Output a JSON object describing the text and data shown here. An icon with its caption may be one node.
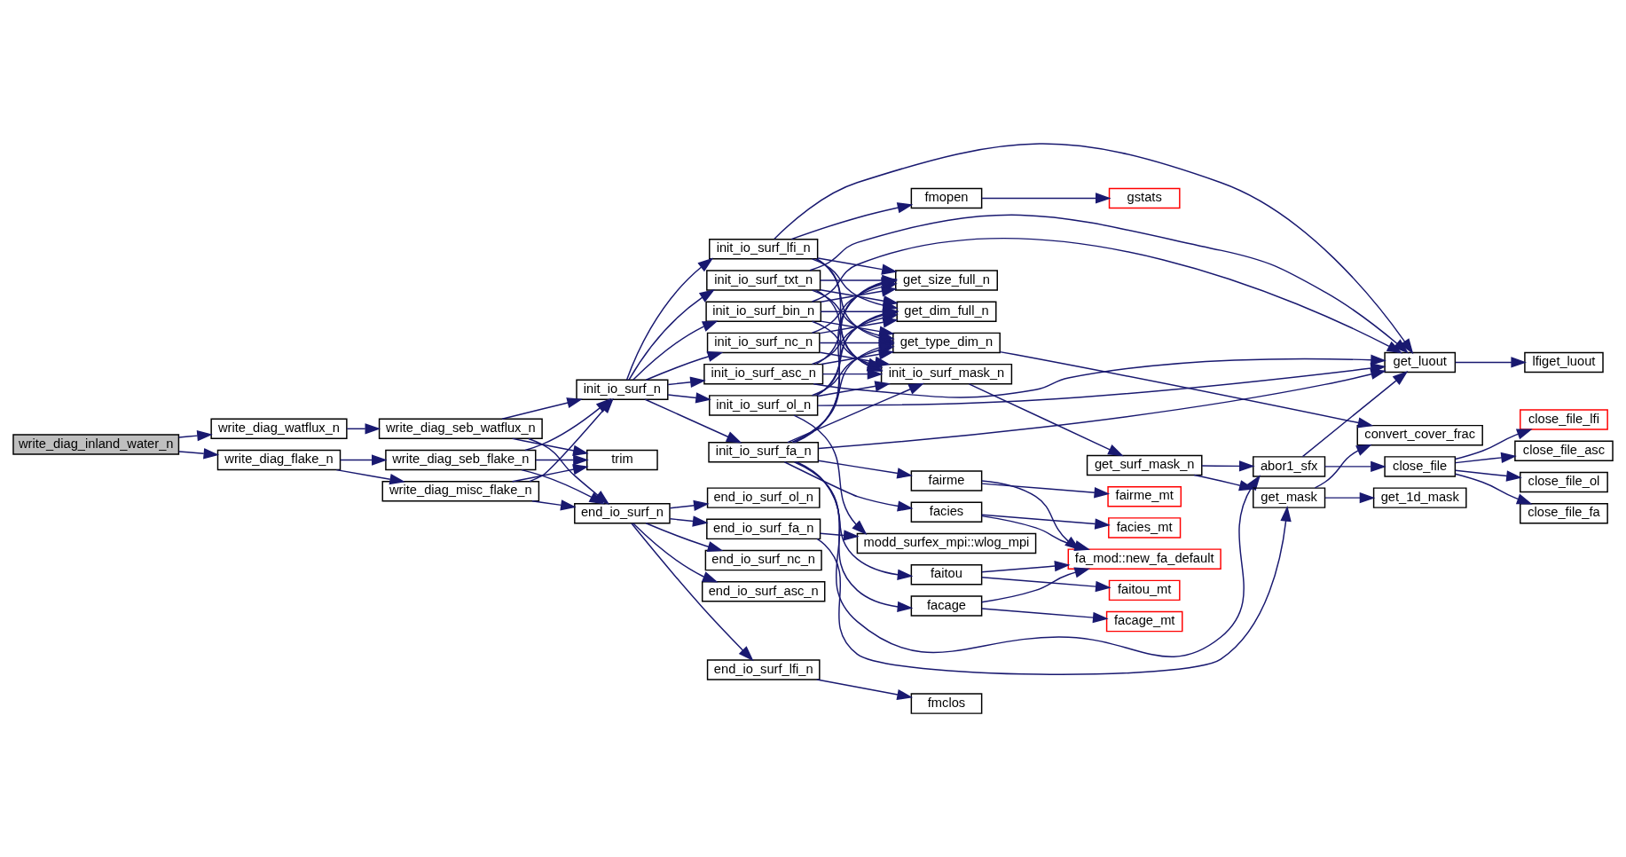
{
  "diagram": {
    "nodes": [
      {
        "text": [
          "write_diag_inland_water_n"
        ]
      },
      {
        "text": [
          "write_diag_watflux_n"
        ]
      },
      {
        "text": [
          "write_diag_flake_n"
        ]
      },
      {
        "text": [
          "write_diag_seb_watflux_n"
        ]
      },
      {
        "text": [
          "write_diag_seb_flake_n"
        ]
      },
      {
        "text": [
          "write_diag_misc_flake_n"
        ]
      },
      {
        "text": [
          "init_io_surf_n"
        ]
      },
      {
        "text": [
          "trim"
        ]
      },
      {
        "text": [
          "end_io_surf_n"
        ]
      },
      {
        "text": [
          "init_io_surf_lfi_n"
        ]
      },
      {
        "text": [
          "init_io_surf_asc_n"
        ]
      },
      {
        "text": [
          "init_io_surf_txt_n"
        ]
      },
      {
        "text": [
          "init_io_surf_nc_n"
        ]
      },
      {
        "text": [
          "init_io_surf_bin_n"
        ]
      },
      {
        "text": [
          "init_io_surf_ol_n"
        ]
      },
      {
        "text": [
          "init_io_surf_fa_n"
        ]
      },
      {
        "text": [
          "end_io_surf_fa_n"
        ]
      },
      {
        "text": [
          "end_io_surf_ol_n"
        ]
      },
      {
        "text": [
          "end_io_surf_lfi_n"
        ]
      },
      {
        "text": [
          "end_io_surf_nc_n"
        ]
      },
      {
        "text": [
          "end_io_surf_asc_n"
        ]
      },
      {
        "text": [
          "fmopen"
        ]
      },
      {
        "text": [
          "gstats"
        ]
      },
      {
        "text": [
          "init_io_surf_mask_n"
        ]
      },
      {
        "text": [
          "get_dim_full_n"
        ]
      },
      {
        "text": [
          "get_type_dim_n"
        ]
      },
      {
        "text": [
          "get_size_full_n"
        ]
      },
      {
        "text": [
          "get_surf_mask_n"
        ]
      },
      {
        "text": [
          "get_mask"
        ]
      },
      {
        "text": [
          "facies"
        ]
      },
      {
        "text": [
          "faitou"
        ]
      },
      {
        "text": [
          "facage"
        ]
      },
      {
        "text": [
          "fairme"
        ]
      },
      {
        "text": [
          "fmclos"
        ]
      },
      {
        "text": [
          "modd_surfex_mpi::wlog_mpi"
        ]
      },
      {
        "text": [
          "facies_mt"
        ]
      },
      {
        "text": [
          "faitou_mt"
        ]
      },
      {
        "text": [
          "fa_mod::new_fa_default"
        ]
      },
      {
        "text": [
          "facage_mt"
        ]
      },
      {
        "text": [
          "fairme_mt"
        ]
      },
      {
        "text": [
          "get_luout"
        ]
      },
      {
        "text": [
          "lfiget_luout"
        ]
      },
      {
        "text": [
          "abor1_sfx"
        ]
      },
      {
        "text": [
          "close_file"
        ]
      },
      {
        "text": [
          "convert_cover_frac"
        ]
      },
      {
        "text": [
          "get_1d_mask"
        ]
      },
      {
        "text": [
          "close_file_asc"
        ]
      },
      {
        "text": [
          "close_file_ol"
        ]
      },
      {
        "text": [
          "close_file_fa"
        ]
      },
      {
        "text": [
          "close_file_lfi"
        ]
      }
    ],
    "edges": [
      {
        "from": 0,
        "to": 1,
        "arrow": "to"
      },
      {
        "from": 0,
        "to": 2,
        "arrow": "to"
      },
      {
        "from": 1,
        "to": 3,
        "arrow": "to"
      },
      {
        "from": 2,
        "to": 4,
        "arrow": "to"
      },
      {
        "from": 2,
        "to": 5,
        "arrow": "to"
      },
      {
        "from": 3,
        "to": 6,
        "arrow": "to"
      },
      {
        "from": 3,
        "to": 7,
        "arrow": "to"
      },
      {
        "from": 3,
        "to": 8,
        "arrow": "to"
      },
      {
        "from": 4,
        "to": 6,
        "arrow": "to"
      },
      {
        "from": 4,
        "to": 7,
        "arrow": "to"
      },
      {
        "from": 4,
        "to": 8,
        "arrow": "to"
      },
      {
        "from": 5,
        "to": 6,
        "arrow": "to"
      },
      {
        "from": 5,
        "to": 7,
        "arrow": "to"
      },
      {
        "from": 5,
        "to": 8,
        "arrow": "to"
      },
      {
        "from": 6,
        "to": 9,
        "arrow": "to"
      },
      {
        "from": 6,
        "to": 10,
        "arrow": "to"
      },
      {
        "from": 6,
        "to": 11,
        "arrow": "to"
      },
      {
        "from": 6,
        "to": 12,
        "arrow": "to"
      },
      {
        "from": 6,
        "to": 13,
        "arrow": "to"
      },
      {
        "from": 6,
        "to": 14,
        "arrow": "to"
      },
      {
        "from": 6,
        "to": 15,
        "arrow": "to"
      },
      {
        "from": 8,
        "to": 16,
        "arrow": "to"
      },
      {
        "from": 8,
        "to": 17,
        "arrow": "to"
      },
      {
        "from": 8,
        "to": 18,
        "arrow": "to"
      },
      {
        "from": 8,
        "to": 19,
        "arrow": "to"
      },
      {
        "from": 8,
        "to": 20,
        "arrow": "to"
      },
      {
        "from": 9,
        "to": 21,
        "arrow": "to"
      },
      {
        "from": 9,
        "to": 40,
        "arrow": "to"
      },
      {
        "from": 9,
        "to": 23,
        "arrow": "to"
      },
      {
        "from": 9,
        "to": 24,
        "arrow": "to"
      },
      {
        "from": 9,
        "to": 25,
        "arrow": "to"
      },
      {
        "from": 9,
        "to": 26,
        "arrow": "to"
      },
      {
        "from": 10,
        "to": 40,
        "arrow": "to"
      },
      {
        "from": 10,
        "to": 23,
        "arrow": "to"
      },
      {
        "from": 10,
        "to": 24,
        "arrow": "to"
      },
      {
        "from": 10,
        "to": 25,
        "arrow": "to"
      },
      {
        "from": 10,
        "to": 26,
        "arrow": "to"
      },
      {
        "from": 11,
        "to": 40,
        "arrow": "to"
      },
      {
        "from": 11,
        "to": 23,
        "arrow": "to"
      },
      {
        "from": 11,
        "to": 24,
        "arrow": "to"
      },
      {
        "from": 11,
        "to": 25,
        "arrow": "to"
      },
      {
        "from": 11,
        "to": 26,
        "arrow": "to"
      },
      {
        "from": 12,
        "to": 23,
        "arrow": "to"
      },
      {
        "from": 12,
        "to": 24,
        "arrow": "to"
      },
      {
        "from": 12,
        "to": 25,
        "arrow": "to"
      },
      {
        "from": 12,
        "to": 26,
        "arrow": "to"
      },
      {
        "from": 13,
        "to": 40,
        "arrow": "to"
      },
      {
        "from": 13,
        "to": 23,
        "arrow": "to"
      },
      {
        "from": 13,
        "to": 24,
        "arrow": "to"
      },
      {
        "from": 13,
        "to": 25,
        "arrow": "to"
      },
      {
        "from": 13,
        "to": 26,
        "arrow": "to"
      },
      {
        "from": 14,
        "to": 40,
        "arrow": "to"
      },
      {
        "from": 14,
        "to": 23,
        "arrow": "to"
      },
      {
        "from": 14,
        "to": 24,
        "arrow": "to"
      },
      {
        "from": 14,
        "to": 25,
        "arrow": "to"
      },
      {
        "from": 14,
        "to": 26,
        "arrow": "to"
      },
      {
        "from": 14,
        "to": 34,
        "arrow": "to"
      },
      {
        "from": 15,
        "to": 23,
        "arrow": "to"
      },
      {
        "from": 15,
        "to": 24,
        "arrow": "to"
      },
      {
        "from": 15,
        "to": 25,
        "arrow": "to"
      },
      {
        "from": 15,
        "to": 26,
        "arrow": "to"
      },
      {
        "from": 15,
        "to": 42,
        "arrow": "to"
      },
      {
        "from": 15,
        "to": 40,
        "arrow": "to"
      },
      {
        "from": 15,
        "to": 29,
        "arrow": "to"
      },
      {
        "from": 15,
        "to": 30,
        "arrow": "to"
      },
      {
        "from": 15,
        "to": 31,
        "arrow": "to"
      },
      {
        "from": 15,
        "to": 32,
        "arrow": "to"
      },
      {
        "from": 16,
        "to": 34,
        "arrow": "to"
      },
      {
        "from": 16,
        "to": 28,
        "arrow": "to"
      },
      {
        "from": 18,
        "to": 33,
        "arrow": "to"
      },
      {
        "from": 21,
        "to": 22,
        "arrow": "to"
      },
      {
        "from": 23,
        "to": 27,
        "arrow": "to"
      },
      {
        "from": 25,
        "to": 44,
        "arrow": "to"
      },
      {
        "from": 27,
        "to": 42,
        "arrow": "to"
      },
      {
        "from": 27,
        "to": 28,
        "arrow": "to"
      },
      {
        "from": 28,
        "to": 44,
        "arrow": "to"
      },
      {
        "from": 28,
        "to": 45,
        "arrow": "to"
      },
      {
        "from": 29,
        "to": 35,
        "arrow": "to"
      },
      {
        "from": 29,
        "to": 37,
        "arrow": "to"
      },
      {
        "from": 30,
        "to": 36,
        "arrow": "to"
      },
      {
        "from": 30,
        "to": 37,
        "arrow": "to"
      },
      {
        "from": 31,
        "to": 37,
        "arrow": "to"
      },
      {
        "from": 31,
        "to": 38,
        "arrow": "to"
      },
      {
        "from": 32,
        "to": 37,
        "arrow": "to"
      },
      {
        "from": 32,
        "to": 39,
        "arrow": "to"
      },
      {
        "from": 40,
        "to": 41,
        "arrow": "to"
      },
      {
        "from": 42,
        "to": 40,
        "arrow": "to"
      },
      {
        "from": 42,
        "to": 43,
        "arrow": "to"
      },
      {
        "from": 43,
        "to": 46,
        "arrow": "to"
      },
      {
        "from": 43,
        "to": 47,
        "arrow": "to"
      },
      {
        "from": 43,
        "to": 48,
        "arrow": "to"
      },
      {
        "from": 43,
        "to": 49,
        "arrow": "to"
      }
    ]
  }
}
